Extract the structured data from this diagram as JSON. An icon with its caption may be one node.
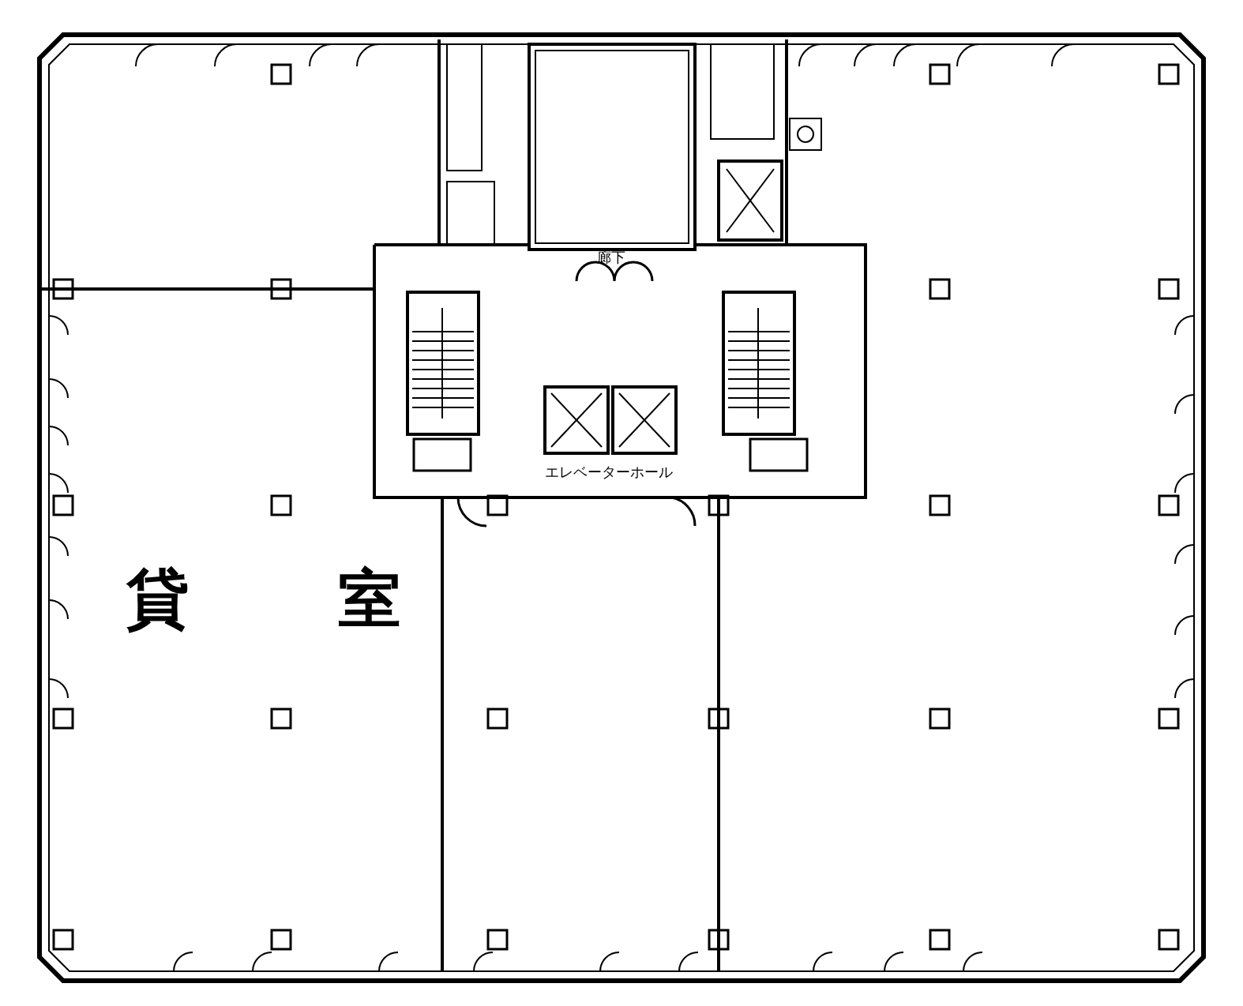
{
  "diagram": {
    "labels": [
      "貸 室",
      "廊下",
      "エレベーターホール"
    ]
  }
}
